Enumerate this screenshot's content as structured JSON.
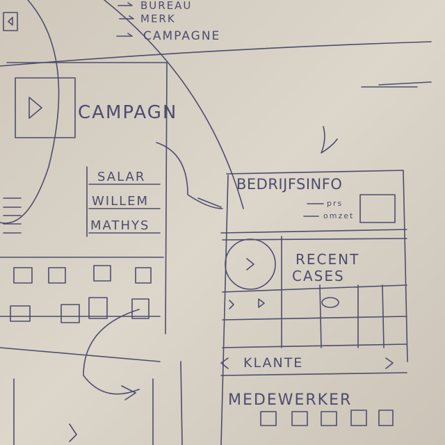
{
  "top_menu": {
    "items": [
      "BUREAU",
      "MERK",
      "CAMPAGNE"
    ]
  },
  "left_wireframe": {
    "campaign_title": "CAMPAGN",
    "names": [
      "SALAR",
      "WILLEM",
      "MATHYS"
    ]
  },
  "right_wireframe": {
    "company_info_title": "BEDRIJFSINFO",
    "company_info_fields": [
      "prs",
      "omzet"
    ],
    "recent_cases_line1": "RECENT",
    "recent_cases_line2": "CASES",
    "clients_label": "KLANTE",
    "employees_label": "MEDEWERKER"
  },
  "colors": {
    "paper": "#d6cfc3",
    "ink": "#4d4c6e"
  }
}
